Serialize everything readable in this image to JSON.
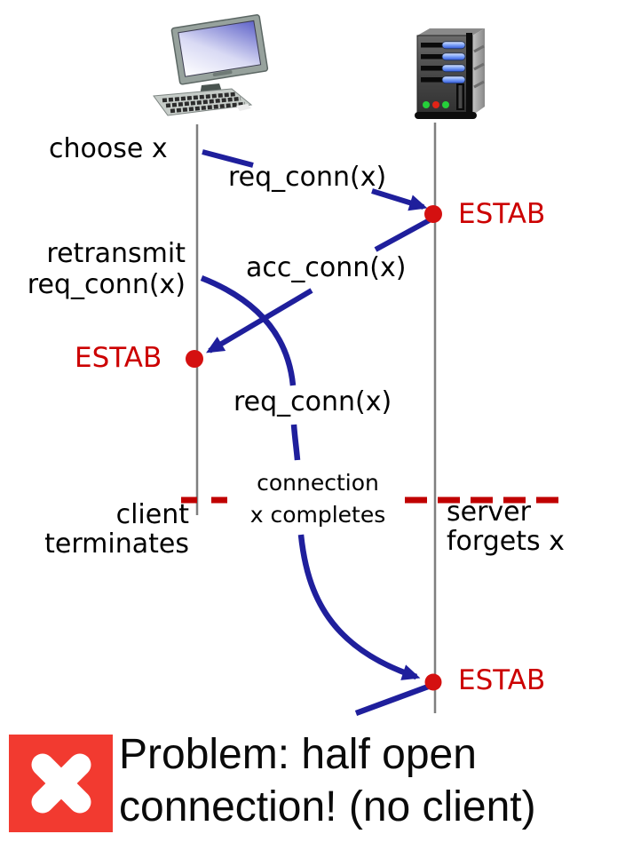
{
  "diagram": {
    "client_icon": "desktop-computer-icon",
    "server_icon": "server-tower-icon",
    "labels": {
      "choose_x": "choose x",
      "msg_req_conn_1": "req_conn(x)",
      "estab_server_1": "ESTAB",
      "retransmit_line1": "retransmit",
      "retransmit_line2": "req_conn(x)",
      "msg_acc_conn": "acc_conn(x)",
      "estab_client": "ESTAB",
      "msg_req_conn_2": "req_conn(x)",
      "note_center_line1": "connection",
      "note_center_line2": "x completes",
      "client_term_line1": "client",
      "client_term_line2": "terminates",
      "server_forget_line1": "server",
      "server_forget_line2": "forgets x",
      "estab_server_2": "ESTAB"
    }
  },
  "problem_banner": {
    "icon": "x-cross-icon",
    "line1": "Problem: half open",
    "line2": "connection! (no client)"
  },
  "colors": {
    "arrow_blue": "#1f1f9c",
    "state_red": "#cc0000",
    "dot_red": "#d41010",
    "dash_red": "#c00000",
    "problem_red": "#f23a30",
    "timeline_gray": "#7f7f7f",
    "text_black": "#000000"
  }
}
